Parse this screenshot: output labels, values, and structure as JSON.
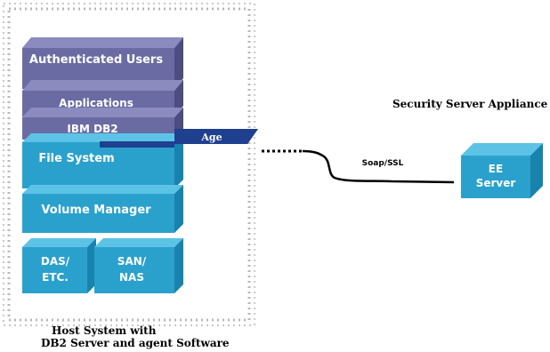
{
  "stack": {
    "authenticated_users": "Authenticated Users",
    "applications": "Applications",
    "ibm_db2": "IBM DB2",
    "file_system": "File System",
    "volume_manager": "Volume Manager",
    "das_line1": "DAS/",
    "das_line2": "ETC.",
    "san_line1": "SAN/",
    "san_line2": "NAS"
  },
  "age_label": "Age",
  "host_caption": {
    "line1": "Host System with",
    "line2": "DB2 Server and agent Software"
  },
  "connection_label": "Soap/SSL",
  "appliance_title": "Security Server Appliance",
  "ee_server": {
    "line1": "EE",
    "line2": "Server"
  },
  "colors": {
    "purple_front": "#6b6ba4",
    "purple_top": "#8b8bc0",
    "purple_side": "#4d4d80",
    "blue_front": "#2aa1cc",
    "blue_top": "#5cc3e6",
    "blue_side": "#1883ad",
    "age_bar": "#1f3f8f",
    "dotted_border": "#b8b8b8"
  }
}
